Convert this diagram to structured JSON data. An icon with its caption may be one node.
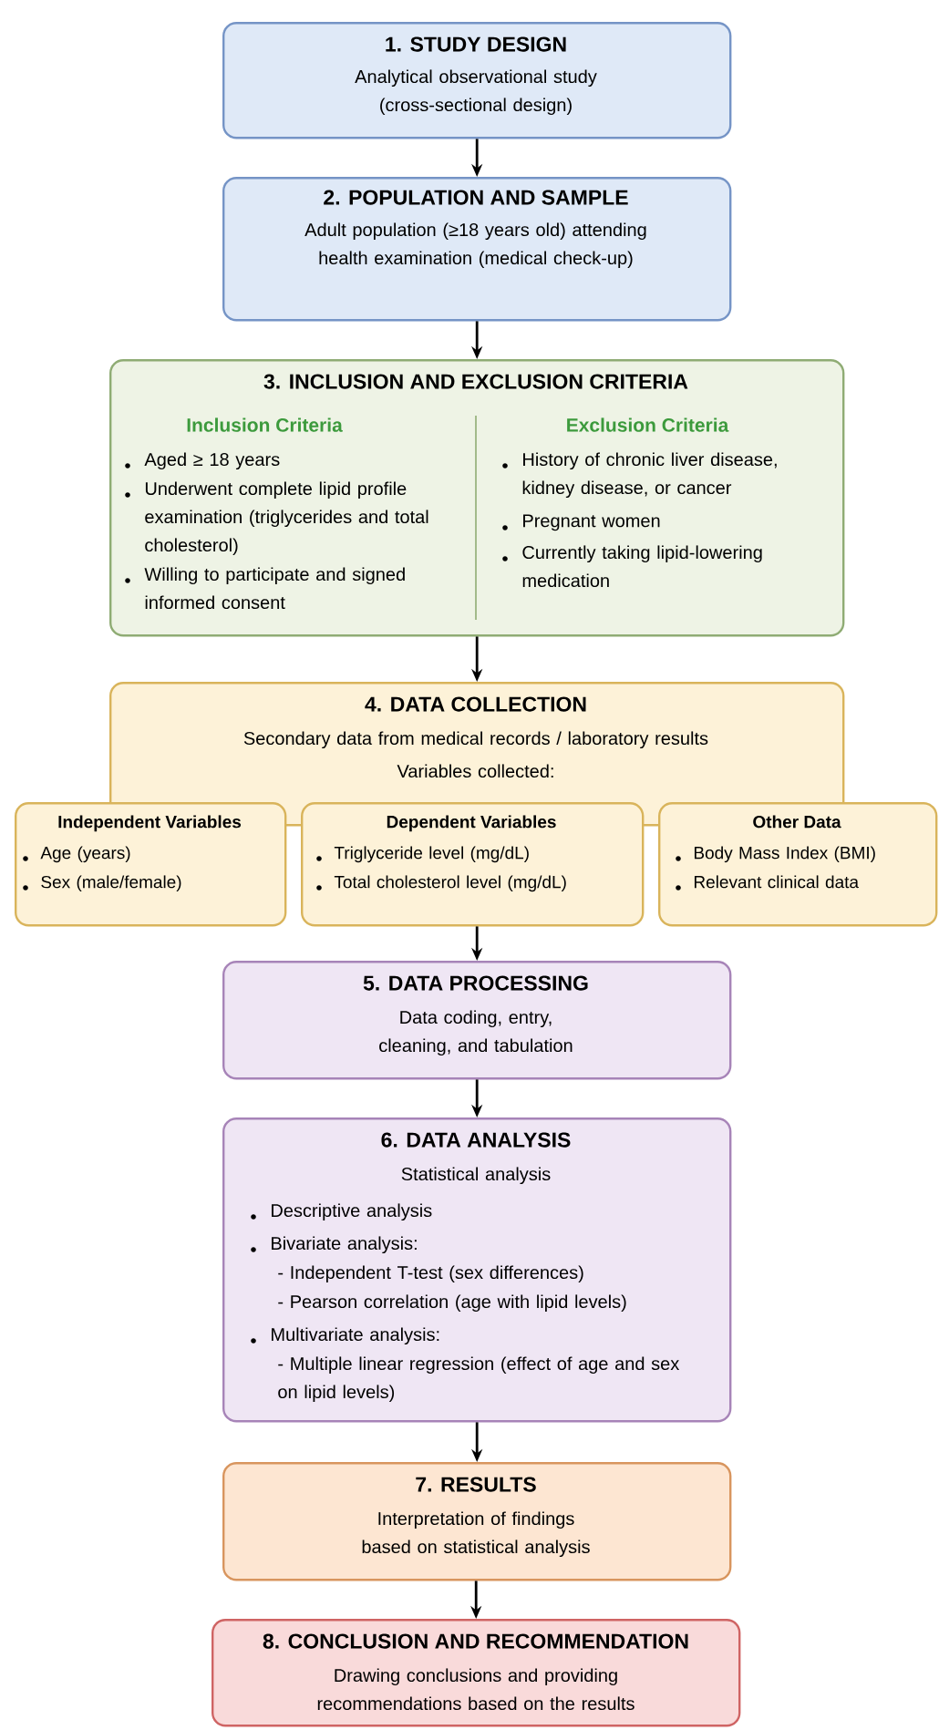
{
  "diagram": {
    "nodes": [
      {
        "text": [
          "1. STUDY DESIGN",
          "Analytical observational study (cross-sectional design)"
        ]
      },
      {
        "text": [
          "2. POPULATION AND SAMPLE",
          "Adult population (≥18 years old) attending health examination (medical check-up)"
        ]
      },
      {
        "text": [
          "3. INCLUSION AND EXCLUSION CRITERIA",
          "Inclusion Criteria",
          "Aged ≥ 18 years",
          "Underwent complete lipid profile examination (triglycerides and total cholesterol)",
          "Willing to participate and signed informed consent",
          "Exclusion Criteria",
          "History of chronic liver disease, kidney disease, or cancer",
          "Pregnant women",
          "Currently taking lipid-lowering medication"
        ]
      },
      {
        "text": [
          "4. DATA COLLECTION",
          "Secondary data from medical records / laboratory results",
          "Variables collected:"
        ]
      },
      {
        "text": [
          "Independent Variables",
          "Age (years)",
          "Sex (male/female)"
        ]
      },
      {
        "text": [
          "Dependent Variables",
          "Triglyceride level (mg/dL)",
          "Total cholesterol level (mg/dL)"
        ]
      },
      {
        "text": [
          "Other Data",
          "Body Mass Index (BMI)",
          "Relevant clinical data"
        ]
      },
      {
        "text": [
          "5. DATA PROCESSING",
          "Data coding, entry, cleaning, and tabulation"
        ]
      },
      {
        "text": [
          "6. DATA ANALYSIS",
          "Statistical analysis",
          "Descriptive analysis",
          "Bivariate analysis:",
          "- Independent T-test (sex differences)",
          "- Pearson correlation (age with lipid levels)",
          "Multivariate analysis:",
          "- Multiple linear regression (effect of age and sex on lipid levels)"
        ]
      },
      {
        "text": [
          "7. RESULTS",
          "Interpretation of findings based on statistical analysis"
        ]
      },
      {
        "text": [
          "8. CONCLUSION AND RECOMMENDATION",
          "Drawing conclusions and providing recommendations based on the results"
        ]
      }
    ],
    "edges": [
      {
        "from": 0,
        "to": 1,
        "arrow": "to"
      },
      {
        "from": 1,
        "to": 2,
        "arrow": "to"
      },
      {
        "from": 2,
        "to": 3,
        "arrow": "to"
      },
      {
        "from": 5,
        "to": 7,
        "arrow": "to"
      },
      {
        "from": 7,
        "to": 8,
        "arrow": "to"
      },
      {
        "from": 8,
        "to": 9,
        "arrow": "to"
      },
      {
        "from": 9,
        "to": 10,
        "arrow": "to"
      }
    ]
  }
}
